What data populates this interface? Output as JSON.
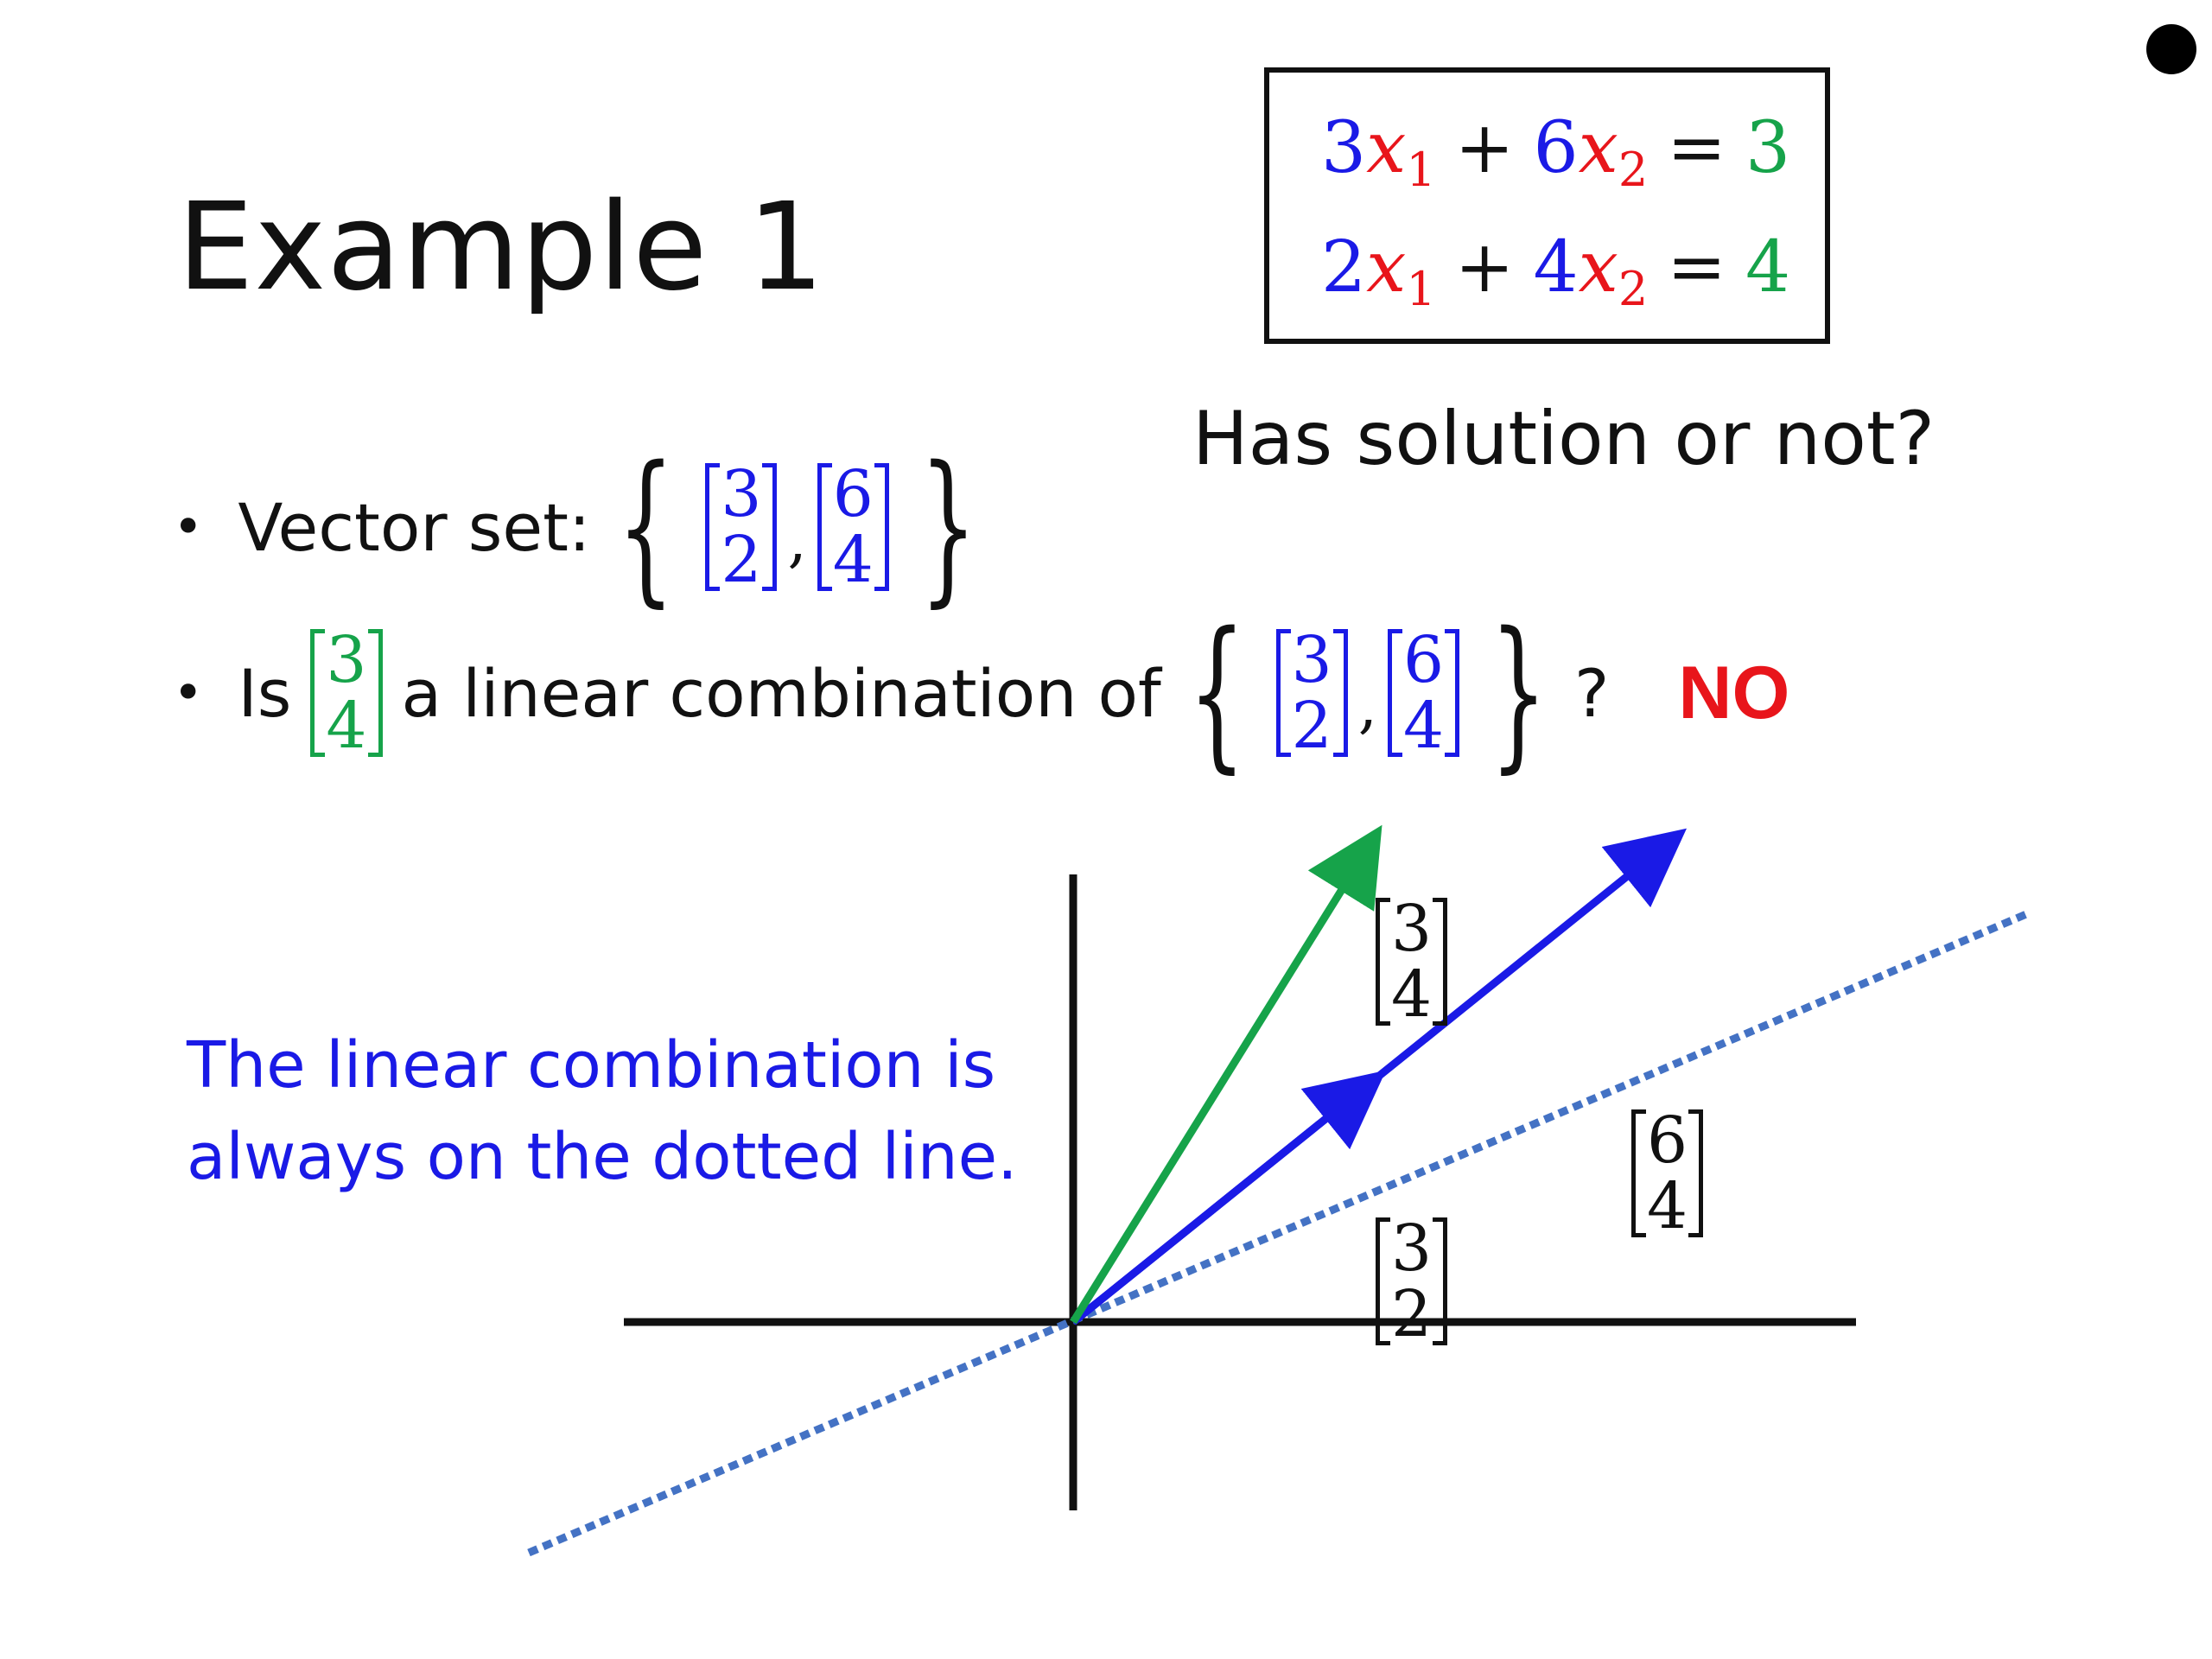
{
  "title": "Example 1",
  "system": {
    "equations": [
      {
        "c1": "3",
        "v1": "x",
        "s1": "1",
        "op": "+",
        "c2": "6",
        "v2": "x",
        "s2": "2",
        "eq": "=",
        "rhs": "3"
      },
      {
        "c1": "2",
        "v1": "x",
        "s1": "1",
        "op": "+",
        "c2": "4",
        "v2": "x",
        "s2": "2",
        "eq": "=",
        "rhs": "4"
      }
    ]
  },
  "question": "Has solution or not?",
  "bullets": {
    "vector_set_label": "Vector set:",
    "is_label": "Is",
    "linear_combination_text": "a linear combination of",
    "question_mark": "?",
    "answer": "NO"
  },
  "vectors": {
    "a1": {
      "top": "3",
      "bottom": "2"
    },
    "a2": {
      "top": "6",
      "bottom": "4"
    },
    "b": {
      "top": "3",
      "bottom": "4"
    }
  },
  "note_lines": [
    "The linear combination is",
    "always on the dotted line."
  ],
  "colors": {
    "coefficient": "#1a1ae6",
    "variable": "#e8151b",
    "rhs": "#16a34a",
    "answer": "#e8151b",
    "dotted_line": "#4472c4",
    "green_vector": "#16a34a",
    "blue_vector": "#1a1ae6"
  },
  "diagram": {
    "span_direction": [
      3,
      2
    ],
    "plotted_vectors": [
      {
        "name": "b",
        "x": 3,
        "y": 4,
        "color": "green"
      },
      {
        "name": "a1",
        "x": 3,
        "y": 2,
        "color": "blue"
      },
      {
        "name": "a2",
        "x": 6,
        "y": 4,
        "color": "blue"
      }
    ]
  }
}
